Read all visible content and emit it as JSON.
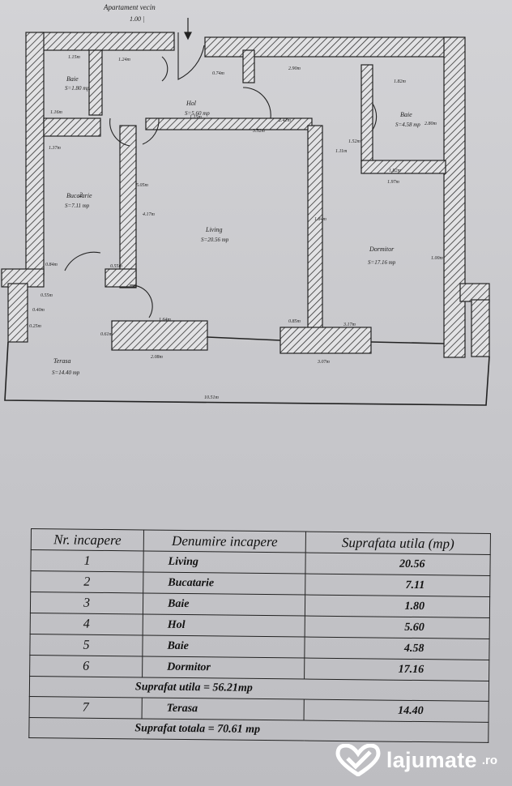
{
  "plan": {
    "entrance_label": "Apartament vecin",
    "entrance_sub": "1.00 |",
    "rooms": [
      {
        "id": "bucatarie",
        "name": "Bucatarie",
        "area": "S=7.11 mp",
        "number": "2"
      },
      {
        "id": "living",
        "name": "Living",
        "area": "S=20.56 mp",
        "number": ""
      },
      {
        "id": "hol",
        "name": "Hol",
        "area": "S=5.60 mp",
        "number": ""
      },
      {
        "id": "baie1",
        "name": "Baie",
        "area": "S=1.80 mp",
        "number": ""
      },
      {
        "id": "baie2",
        "name": "Baie",
        "area": "S=4.58 mp",
        "number": ""
      },
      {
        "id": "dormitor",
        "name": "Dormitor",
        "area": "S=17.16 mp",
        "number": ""
      },
      {
        "id": "terasa",
        "name": "Terasa",
        "area": "S=14.40 mp",
        "number": ""
      }
    ],
    "dims": [
      "1.15m",
      "1.16m",
      "1.24m",
      "0.74m",
      "2.90m",
      "1.82m",
      "1.15m",
      "3.52m",
      "1.11m",
      "1.82m",
      "1.97m",
      "2.41m",
      "2.80m",
      "1.37m",
      "1.00m",
      "0.84m",
      "0.55m",
      "0.55m",
      "0.25m",
      "1.64m",
      "0.85m",
      "3.17m",
      "2.08m",
      "3.07m",
      "10.51m",
      "1.84m",
      "5.05m",
      "0.40m",
      "0.61m",
      "4.17m",
      "1.52m"
    ]
  },
  "table": {
    "headers": [
      "Nr. incapere",
      "Denumire incapere",
      "Suprafata utila (mp)"
    ],
    "rows": [
      {
        "nr": "1",
        "name": "Living",
        "area": "20.56"
      },
      {
        "nr": "2",
        "name": "Bucatarie",
        "area": "7.11"
      },
      {
        "nr": "3",
        "name": "Baie",
        "area": "1.80"
      },
      {
        "nr": "4",
        "name": "Hol",
        "area": "5.60"
      },
      {
        "nr": "5",
        "name": "Baie",
        "area": "4.58"
      },
      {
        "nr": "6",
        "name": "Dormitor",
        "area": "17.16"
      }
    ],
    "subtotal": "Suprafat utila = 56.21mp",
    "terrace": {
      "nr": "7",
      "name": "Terasa",
      "area": "14.40"
    },
    "total": "Suprafat totala = 70.61 mp"
  },
  "watermark": {
    "brand": "lajumate",
    "tld": ".ro"
  },
  "colors": {
    "paper": "#cfcfd2",
    "ink": "#222222",
    "watermark": "#ffffff"
  }
}
